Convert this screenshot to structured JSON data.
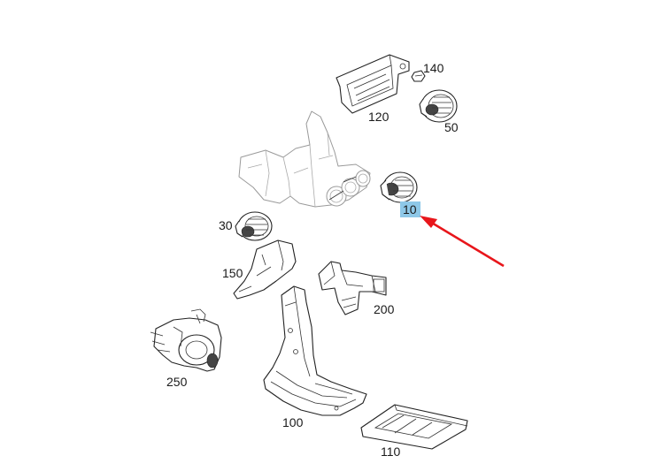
{
  "parts": [
    {
      "key": "p140",
      "label": "140"
    },
    {
      "key": "p120",
      "label": "120"
    },
    {
      "key": "p50",
      "label": "50"
    },
    {
      "key": "p10",
      "label": "10",
      "highlighted": true
    },
    {
      "key": "p30",
      "label": "30"
    },
    {
      "key": "p150",
      "label": "150"
    },
    {
      "key": "p200",
      "label": "200"
    },
    {
      "key": "p250",
      "label": "250"
    },
    {
      "key": "p100",
      "label": "100"
    },
    {
      "key": "p110",
      "label": "110"
    }
  ],
  "colors": {
    "highlight": "#8ec8e8",
    "arrow": "#e8161b",
    "line": "#222222"
  }
}
